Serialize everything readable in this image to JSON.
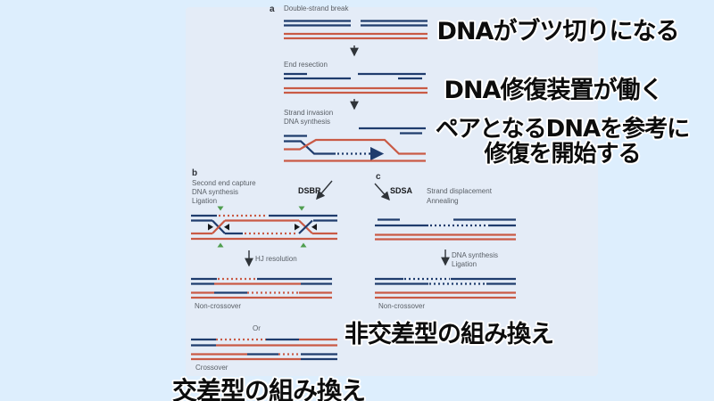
{
  "colors": {
    "background": "#ddeefd",
    "figure_panel": "#e4ecf7",
    "strand_blue": "#1f3c6d",
    "strand_red": "#c95a45",
    "junction_green": "#4f9e4f",
    "label_gray": "#595f66",
    "annotation_black": "#0c0c0c",
    "arrow_dark": "#2f3439"
  },
  "figure": {
    "panel_a": {
      "letter": "a",
      "step1_label": "Double-strand break",
      "step2_label": "End resection",
      "step3_label_line1": "Strand invasion",
      "step3_label_line2": "DNA synthesis"
    },
    "panel_b": {
      "letter": "b",
      "step_label_line1": "Second end capture",
      "step_label_line2": "DNA synthesis",
      "step_label_line3": "Ligation",
      "pathway_label": "DSBR",
      "resolution_label": "HJ resolution",
      "noncrossover_label": "Non-crossover",
      "or_label": "Or",
      "crossover_label": "Crossover"
    },
    "panel_c": {
      "letter": "c",
      "pathway_label": "SDSA",
      "step_label_line1": "Strand displacement",
      "step_label_line2": "Annealing",
      "step2_label_line1": "DNA synthesis",
      "step2_label_line2": "Ligation",
      "noncrossover_label": "Non-crossover"
    }
  },
  "annotations": {
    "break_text": "DNAがブツ切りになる",
    "repair_machinery_text": "DNA修復装置が働く",
    "pair_reference_line1": "ペアとなるDNAを参考に",
    "pair_reference_line2": "修復を開始する",
    "noncrossover_text": "非交差型の組み換え",
    "crossover_text": "交差型の組み換え"
  }
}
